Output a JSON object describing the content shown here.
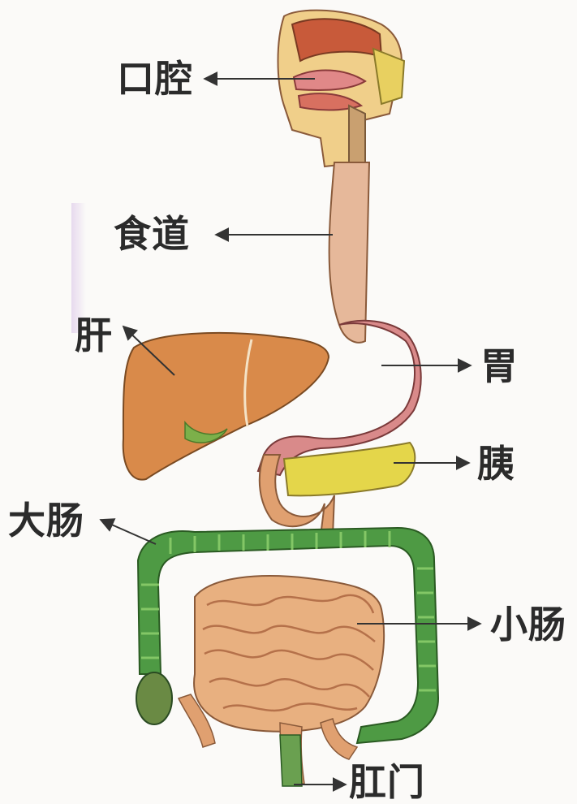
{
  "labels": {
    "oral_cavity": "口腔",
    "esophagus": "食道",
    "liver": "肝",
    "stomach": "胃",
    "pancreas": "胰",
    "large_intestine": "大肠",
    "small_intestine": "小肠",
    "anus": "肛门"
  },
  "colors": {
    "text": "#2b2b2b",
    "arrow": "#333333",
    "liver": "#d98a4a",
    "stomach": "#d98a8a",
    "pancreas": "#e4d64a",
    "large_intestine": "#4e9a44",
    "small_intestine": "#e0a070",
    "esophagus": "#e6b89a"
  }
}
